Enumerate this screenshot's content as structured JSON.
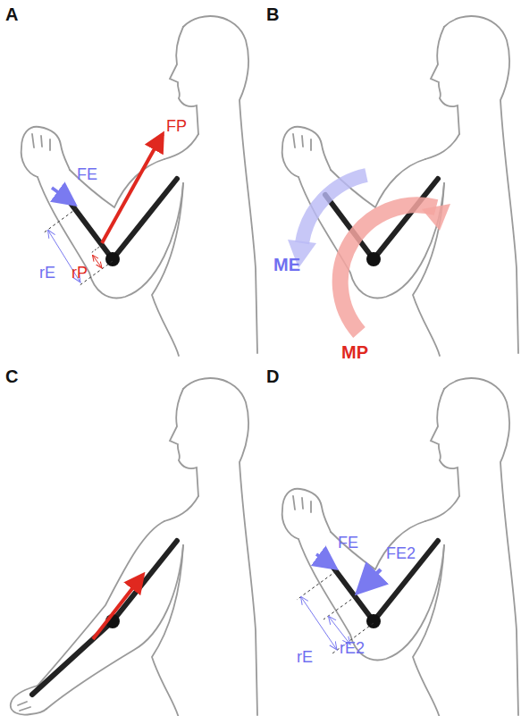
{
  "diagram": {
    "labels": [
      "A",
      "FE",
      "FP",
      "rP",
      "rE",
      "B",
      "ME",
      "MP",
      "C",
      "D",
      "FE",
      "FE2",
      "rE2",
      "rE"
    ]
  }
}
